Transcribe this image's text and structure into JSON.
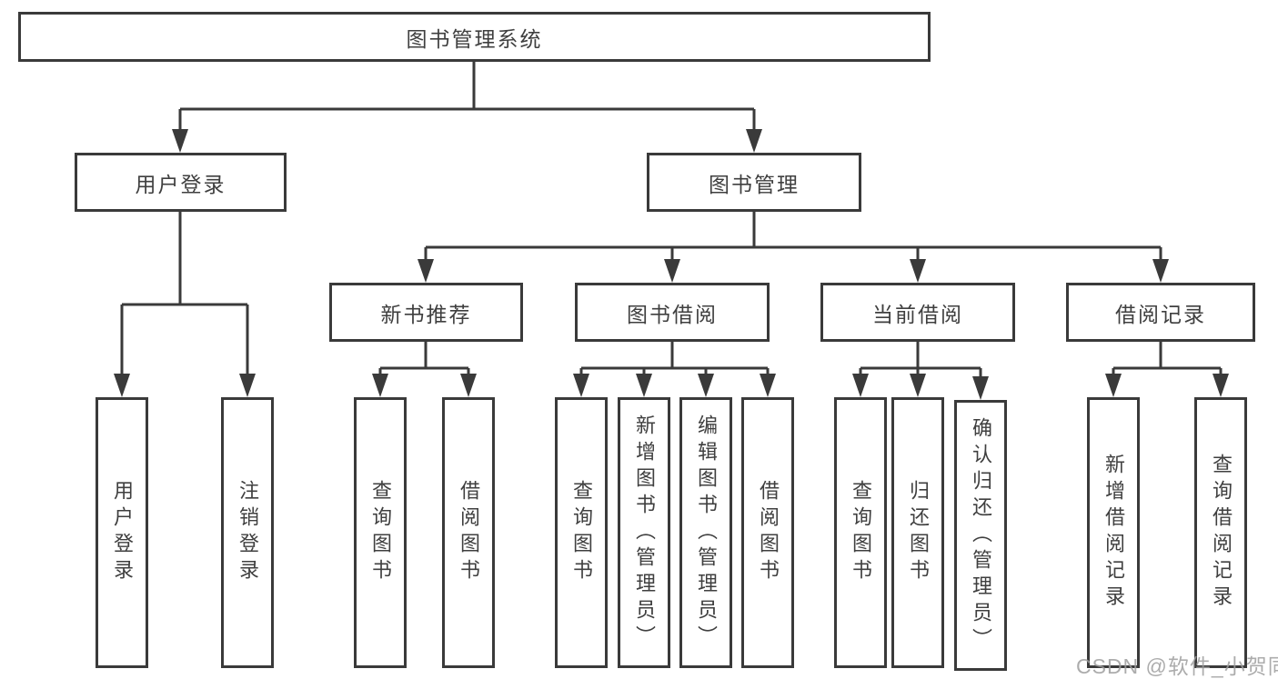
{
  "colors": {
    "line": "#3a3a3a",
    "box_border": "#3a3a3a",
    "text": "#3f3f3f",
    "watermark": "#9e9e9e",
    "background": "#ffffff"
  },
  "tree": {
    "root": {
      "label": "图书管理系统",
      "children": [
        {
          "label": "用户登录",
          "children": [
            {
              "label": "用户登录"
            },
            {
              "label": "注销登录"
            }
          ]
        },
        {
          "label": "图书管理",
          "children": [
            {
              "label": "新书推荐",
              "children": [
                {
                  "label": "查询图书"
                },
                {
                  "label": "借阅图书"
                }
              ]
            },
            {
              "label": "图书借阅",
              "children": [
                {
                  "label": "查询图书"
                },
                {
                  "label": "新增图书（管理员）"
                },
                {
                  "label": "编辑图书（管理员）"
                },
                {
                  "label": "借阅图书"
                }
              ]
            },
            {
              "label": "当前借阅",
              "children": [
                {
                  "label": "查询图书"
                },
                {
                  "label": "归还图书"
                },
                {
                  "label": "确认归还（管理员）"
                }
              ]
            },
            {
              "label": "借阅记录",
              "children": [
                {
                  "label": "新增借阅记录"
                },
                {
                  "label": "查询借阅记录"
                }
              ]
            }
          ]
        }
      ]
    }
  },
  "watermark": {
    "text": "CSDN @软件_小贺同学"
  }
}
